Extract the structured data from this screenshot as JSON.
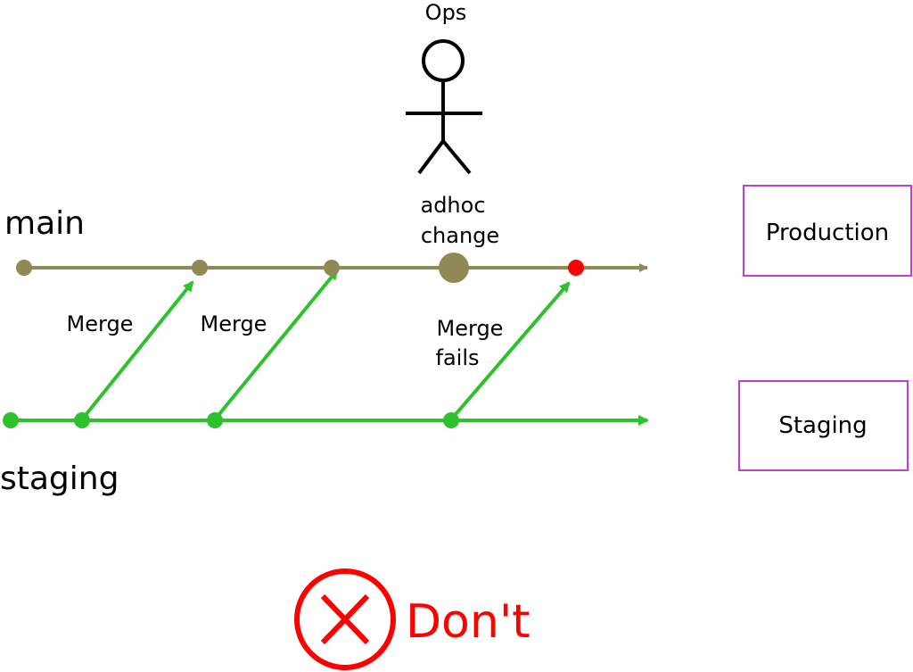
{
  "diagram": {
    "actor": {
      "label": "Ops",
      "icon": "stick-figure-icon"
    },
    "branches": {
      "main": {
        "label": "main",
        "color": "#8f8a55"
      },
      "staging": {
        "label": "staging",
        "color": "#2ec12e"
      }
    },
    "annotations": {
      "adhoc_line1": "adhoc",
      "adhoc_line2": "change",
      "merge_1": "Merge",
      "merge_2": "Merge",
      "merge_fails_line1": "Merge",
      "merge_fails_line2": "fails"
    },
    "environments": {
      "production": "Production",
      "staging": "Staging",
      "border_color": "#c43fc9"
    },
    "verdict": {
      "label": "Don't",
      "icon": "x-circle-icon",
      "color": "#ff0000"
    },
    "failed_commit_color": "#ff0000"
  }
}
